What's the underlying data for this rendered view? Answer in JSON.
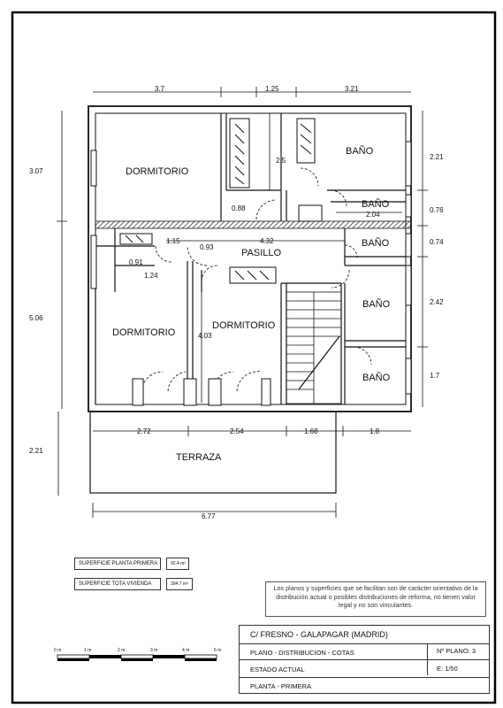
{
  "plan": {
    "rooms": {
      "dormitorio_top": "DORMITORIO",
      "dormitorio_left": "DORMITORIO",
      "dormitorio_mid": "DORMITORIO",
      "pasillo": "PASILLO",
      "bano_1": "BAÑO",
      "bano_2": "BAÑO",
      "bano_3": "BAÑO",
      "bano_4": "BAÑO",
      "bano_5": "BAÑO",
      "terraza": "TERRAZA"
    },
    "dimensions": {
      "top_1": "3.7",
      "top_2": "1.25",
      "top_3": "3.21",
      "left_1": "3.07",
      "left_2": "5.06",
      "left_3": "2.21",
      "right_1": "2.21",
      "right_2": "0.76",
      "right_3": "0.74",
      "right_4": "2.42",
      "right_5": "1.7",
      "bottom_1": "2.72",
      "bottom_2": "2.54",
      "bottom_3": "1.68",
      "bottom_4": "1.8",
      "overall": "6.77",
      "inner_2_5": "2.5",
      "inner_0_88": "0.88",
      "inner_2_04": "2.04",
      "inner_1_15": "1.15",
      "inner_0_93": "0.93",
      "inner_4_32": "4.32",
      "inner_0_91": "0.91",
      "inner_1_24": "1.24",
      "inner_4_03": "4.03"
    }
  },
  "surfaces": {
    "planta_label": "SUPERFICIE PLANTA PRIMERA",
    "planta_value": "92.4 m²",
    "total_label": "SUPERFICIE TOTA VIVIENDA",
    "total_value": "394.7 m²"
  },
  "note": "Los planos y superficies que se facilitan son de carácter orientativo de la distribución actual o posibles distribuciones de reforma, no tienen valor legal y no son vinculantes.",
  "scale_bar": {
    "labels": [
      "0 m",
      "1 m",
      "2 m",
      "3 m",
      "4 m",
      "5 m"
    ]
  },
  "title_block": {
    "address": "C/  FRESNO - GALAPAGAR   (MADRID)",
    "plano": "PLANO   -  DISTRIBUCION - COTAS",
    "plano_num": "Nº PLANO:  3",
    "estado": "ESTADO  ACTUAL",
    "escala": "E: 1/50",
    "planta": "PLANTA - PRIMERA"
  }
}
